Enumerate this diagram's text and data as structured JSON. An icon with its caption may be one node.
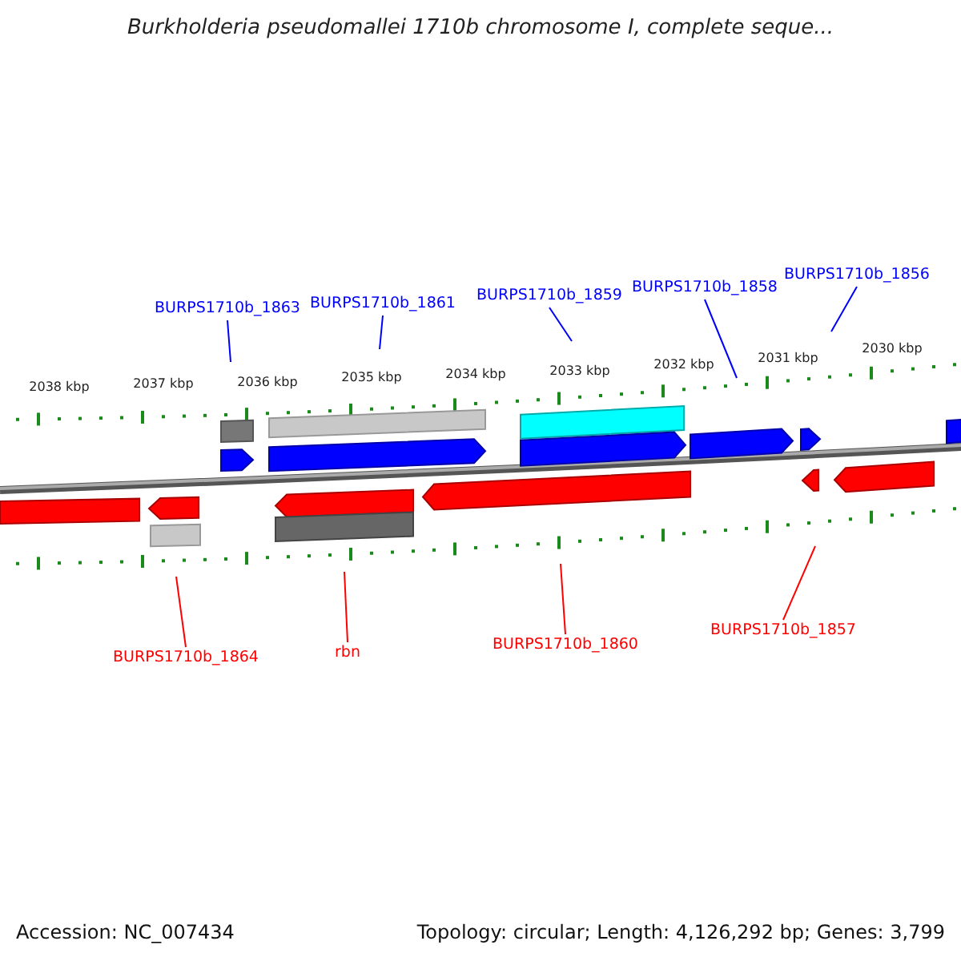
{
  "diagram": {
    "title": "Burkholderia pseudomallei 1710b chromosome I, complete seque...",
    "nodes": [
      {
        "text": [
          "BURPS1710b_1863"
        ]
      },
      {
        "text": [
          "BURPS1710b_1861"
        ]
      },
      {
        "text": [
          "BURPS1710b_1859"
        ]
      },
      {
        "text": [
          "BURPS1710b_1858"
        ]
      },
      {
        "text": [
          "BURPS1710b_1856"
        ]
      },
      {
        "text": [
          "BURPS1710b_1864"
        ]
      },
      {
        "text": [
          "rbn"
        ]
      },
      {
        "text": [
          "BURPS1710b_1860"
        ]
      },
      {
        "text": [
          "BURPS1710b_1857"
        ]
      }
    ],
    "edges": [
      {
        "from": 0,
        "to": null,
        "arrow": "none"
      },
      {
        "from": 1,
        "to": null,
        "arrow": "none"
      },
      {
        "from": 2,
        "to": null,
        "arrow": "none"
      },
      {
        "from": 3,
        "to": null,
        "arrow": "none"
      },
      {
        "from": 4,
        "to": null,
        "arrow": "none"
      },
      {
        "from": 5,
        "to": null,
        "arrow": "none",
        "color": "#ff0000"
      },
      {
        "from": 6,
        "to": null,
        "arrow": "none",
        "color": "#ff0000"
      },
      {
        "from": 7,
        "to": null,
        "arrow": "none",
        "color": "#ff0000"
      },
      {
        "from": 8,
        "to": null,
        "arrow": "none",
        "color": "#ff0000"
      }
    ],
    "labels": [
      "2038 kbp",
      "2037 kbp",
      "2036 kbp",
      "2035 kbp",
      "2034 kbp",
      "2033 kbp",
      "2032 kbp",
      "2031 kbp",
      "2030 kbp",
      "Accession: NC_007434",
      "Topology: circular; Length: 4,126,292 bp; Genes: 3,799"
    ]
  }
}
